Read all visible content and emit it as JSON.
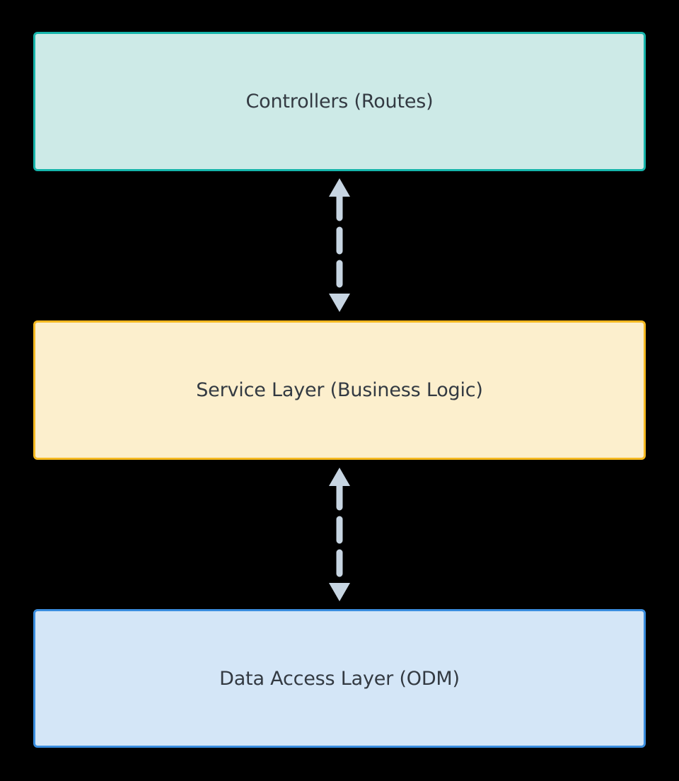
{
  "diagram": {
    "type": "layered-architecture-flowchart",
    "orientation": "top-to-bottom",
    "background_color": "#000000",
    "text_color": "#333a42",
    "nodes": [
      {
        "id": "controllers",
        "label": "Controllers (Routes)",
        "fill_color": "#cdeae7",
        "border_color": "#16b5ab",
        "order": 1
      },
      {
        "id": "service",
        "label": "Service Layer (Business Logic)",
        "fill_color": "#fcefcd",
        "border_color": "#f5b921",
        "order": 2
      },
      {
        "id": "data-access",
        "label": "Data Access Layer (ODM)",
        "fill_color": "#d4e6f7",
        "border_color": "#3a8dde",
        "order": 3
      }
    ],
    "connectors": [
      {
        "id": "controllers-service",
        "from": "controllers",
        "to": "service",
        "style": "dashed",
        "arrowheads": "both",
        "color": "#c7d5e2"
      },
      {
        "id": "service-data-access",
        "from": "service",
        "to": "data-access",
        "style": "dashed",
        "arrowheads": "both",
        "color": "#c7d5e2"
      }
    ]
  }
}
